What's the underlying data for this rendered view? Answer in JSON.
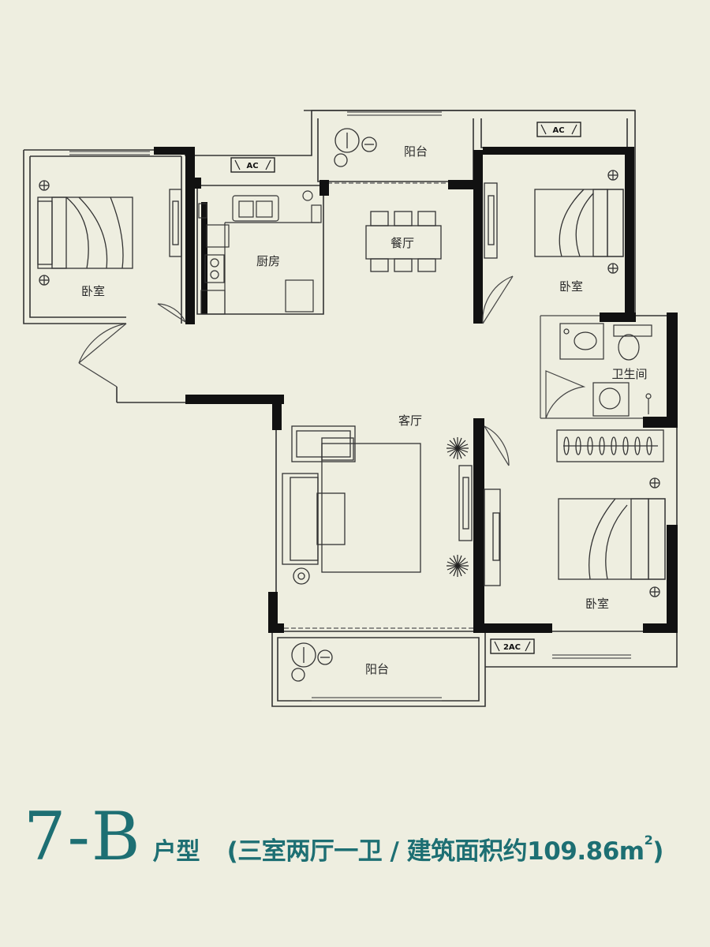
{
  "plan": {
    "rooms": {
      "bedroom_nw": "卧室",
      "kitchen": "厨房",
      "balcony_north": "阳台",
      "dining": "餐厅",
      "bedroom_ne": "卧室",
      "bathroom": "卫生间",
      "living": "客厅",
      "bedroom_se": "卧室",
      "balcony_south": "阳台"
    },
    "ac_units": {
      "kitchen_top": "AC",
      "ne_top": "AC",
      "south": "2AC"
    }
  },
  "caption": {
    "code": "7-B",
    "suffix": "户型",
    "summary_prefix": "(三室两厅一卫 / 建筑面积约109.86m",
    "summary_sup": "2",
    "summary_close": ")"
  },
  "colors": {
    "background": "#eeeee0",
    "wall_thick": "#111111",
    "line": "#333333",
    "accent": "#1d6f73"
  }
}
